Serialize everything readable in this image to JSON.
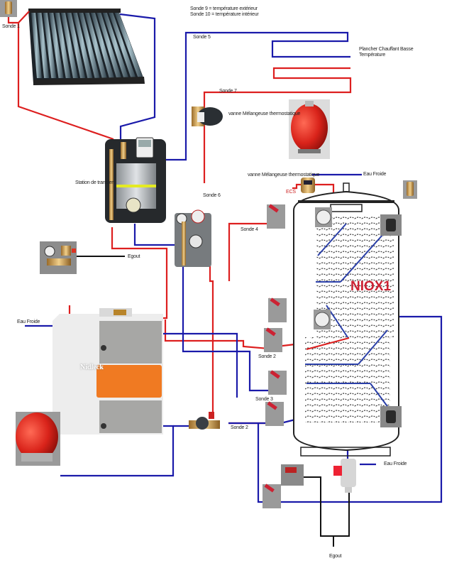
{
  "diagram": {
    "tank_label": "NIOX1",
    "boiler_brand": "Nidleck",
    "labels": {
      "sonde1": "Sonde 1",
      "sonde9": "Sonde 9 = température extérieur",
      "sonde10": "Sonde 10 = température intérieur",
      "sonde5": "Sonde 5",
      "plancher": "Plancher Chauffant Basse",
      "plancher2": "Température",
      "sonde7": "Sonde 7",
      "vanne_mix_top": "vanne Mélangeuse thermostatique",
      "station_solaire": "Station de transfert",
      "vanne_mix_ecs": "vanne Mélangeuse thermostatique",
      "ecs": "ECS",
      "eau_froide_top": "Eau Froide",
      "sonde6": "Sonde 6",
      "sonde4": "Sonde 4",
      "egout_left": "Egout",
      "eau_froide_boiler": "Eau Froide",
      "sonde2": "Sonde 2",
      "sonde3": "Sonde 3",
      "sonde_pump": "Sonde 2",
      "eau_froide_bottom": "Eau Froide",
      "egout_bottom": "Egout"
    },
    "colors": {
      "hot_pipe": "#dd1f1f",
      "cold_pipe": "#1a1aaa",
      "drain_pipe": "#111111",
      "tank_label": "#cc2233",
      "boiler_orange": "#f07a22",
      "expansion_vessel": "#dd2a1e"
    }
  }
}
